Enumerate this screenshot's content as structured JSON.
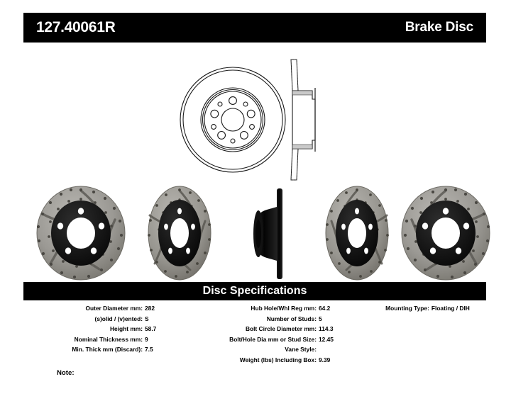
{
  "header": {
    "part_number": "127.40061R",
    "product_type": "Brake Disc"
  },
  "drawing": {
    "face_view_name": "rotor-face-line-drawing",
    "section_view_name": "rotor-cross-section-profile"
  },
  "photos": [
    {
      "name": "rotor-photo-face-left",
      "caption": "Drilled and slotted rotor, face view"
    },
    {
      "name": "rotor-photo-angled-left",
      "caption": "Drilled and slotted rotor, angled view"
    },
    {
      "name": "rotor-photo-edge",
      "caption": "Rotor edge profile view"
    },
    {
      "name": "rotor-photo-angled-right",
      "caption": "Drilled and slotted rotor, mirrored angled view"
    },
    {
      "name": "rotor-photo-face-right",
      "caption": "Drilled and slotted rotor, mirrored face view"
    }
  ],
  "specifications": {
    "banner_title": "Disc Specifications",
    "left_column": [
      {
        "label": "Outer Diameter mm:",
        "value": "282"
      },
      {
        "label": "(s)olid / (v)ented:",
        "value": "S"
      },
      {
        "label": "Height mm:",
        "value": "58.7"
      },
      {
        "label": "Nominal Thickness mm:",
        "value": "9"
      },
      {
        "label": "Min. Thick mm (Discard):",
        "value": "7.5"
      }
    ],
    "middle_column": [
      {
        "label": "Hub Hole/Whl Reg mm:",
        "value": "64.2"
      },
      {
        "label": "Number of Studs:",
        "value": "5"
      },
      {
        "label": "Bolt Circle Diameter mm:",
        "value": "114.3"
      },
      {
        "label": "Bolt/Hole Dia mm or Stud Size:",
        "value": "12.45"
      },
      {
        "label": "Vane Style:",
        "value": ""
      },
      {
        "label": "Weight (lbs) Including Box:",
        "value": "9.39"
      }
    ],
    "right_column": [
      {
        "label": "Mounting Type:",
        "value": "Floating / DIH"
      }
    ]
  },
  "note": {
    "label": "Note:",
    "value": ""
  },
  "colors": {
    "bar_background": "#000000",
    "bar_text": "#ffffff",
    "body_text": "#000000",
    "page_background": "#ffffff",
    "rotor_ring": "#9c9a95",
    "rotor_hat": "#141414"
  }
}
